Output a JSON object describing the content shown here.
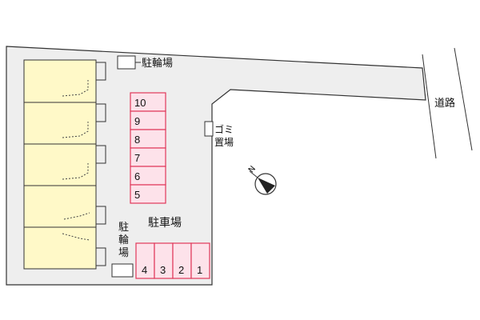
{
  "labels": {
    "bicycle_parking_top": "駐輪場",
    "bicycle_parking_bottom": "駐輪場",
    "garbage": "ゴミ置場",
    "parking_lot": "駐車場",
    "road": "道路"
  },
  "parking_spaces": {
    "column": [
      "10",
      "9",
      "8",
      "7",
      "6",
      "5"
    ],
    "row": [
      "4",
      "3",
      "2",
      "1"
    ]
  },
  "compass": {
    "label": "N"
  },
  "colors": {
    "site": "#eeeeee",
    "building": "#fff9c8",
    "parking_fill": "#fde2ea",
    "parking_stroke": "#e0385a",
    "outline": "#333333"
  },
  "icons": [
    "compass-icon"
  ]
}
